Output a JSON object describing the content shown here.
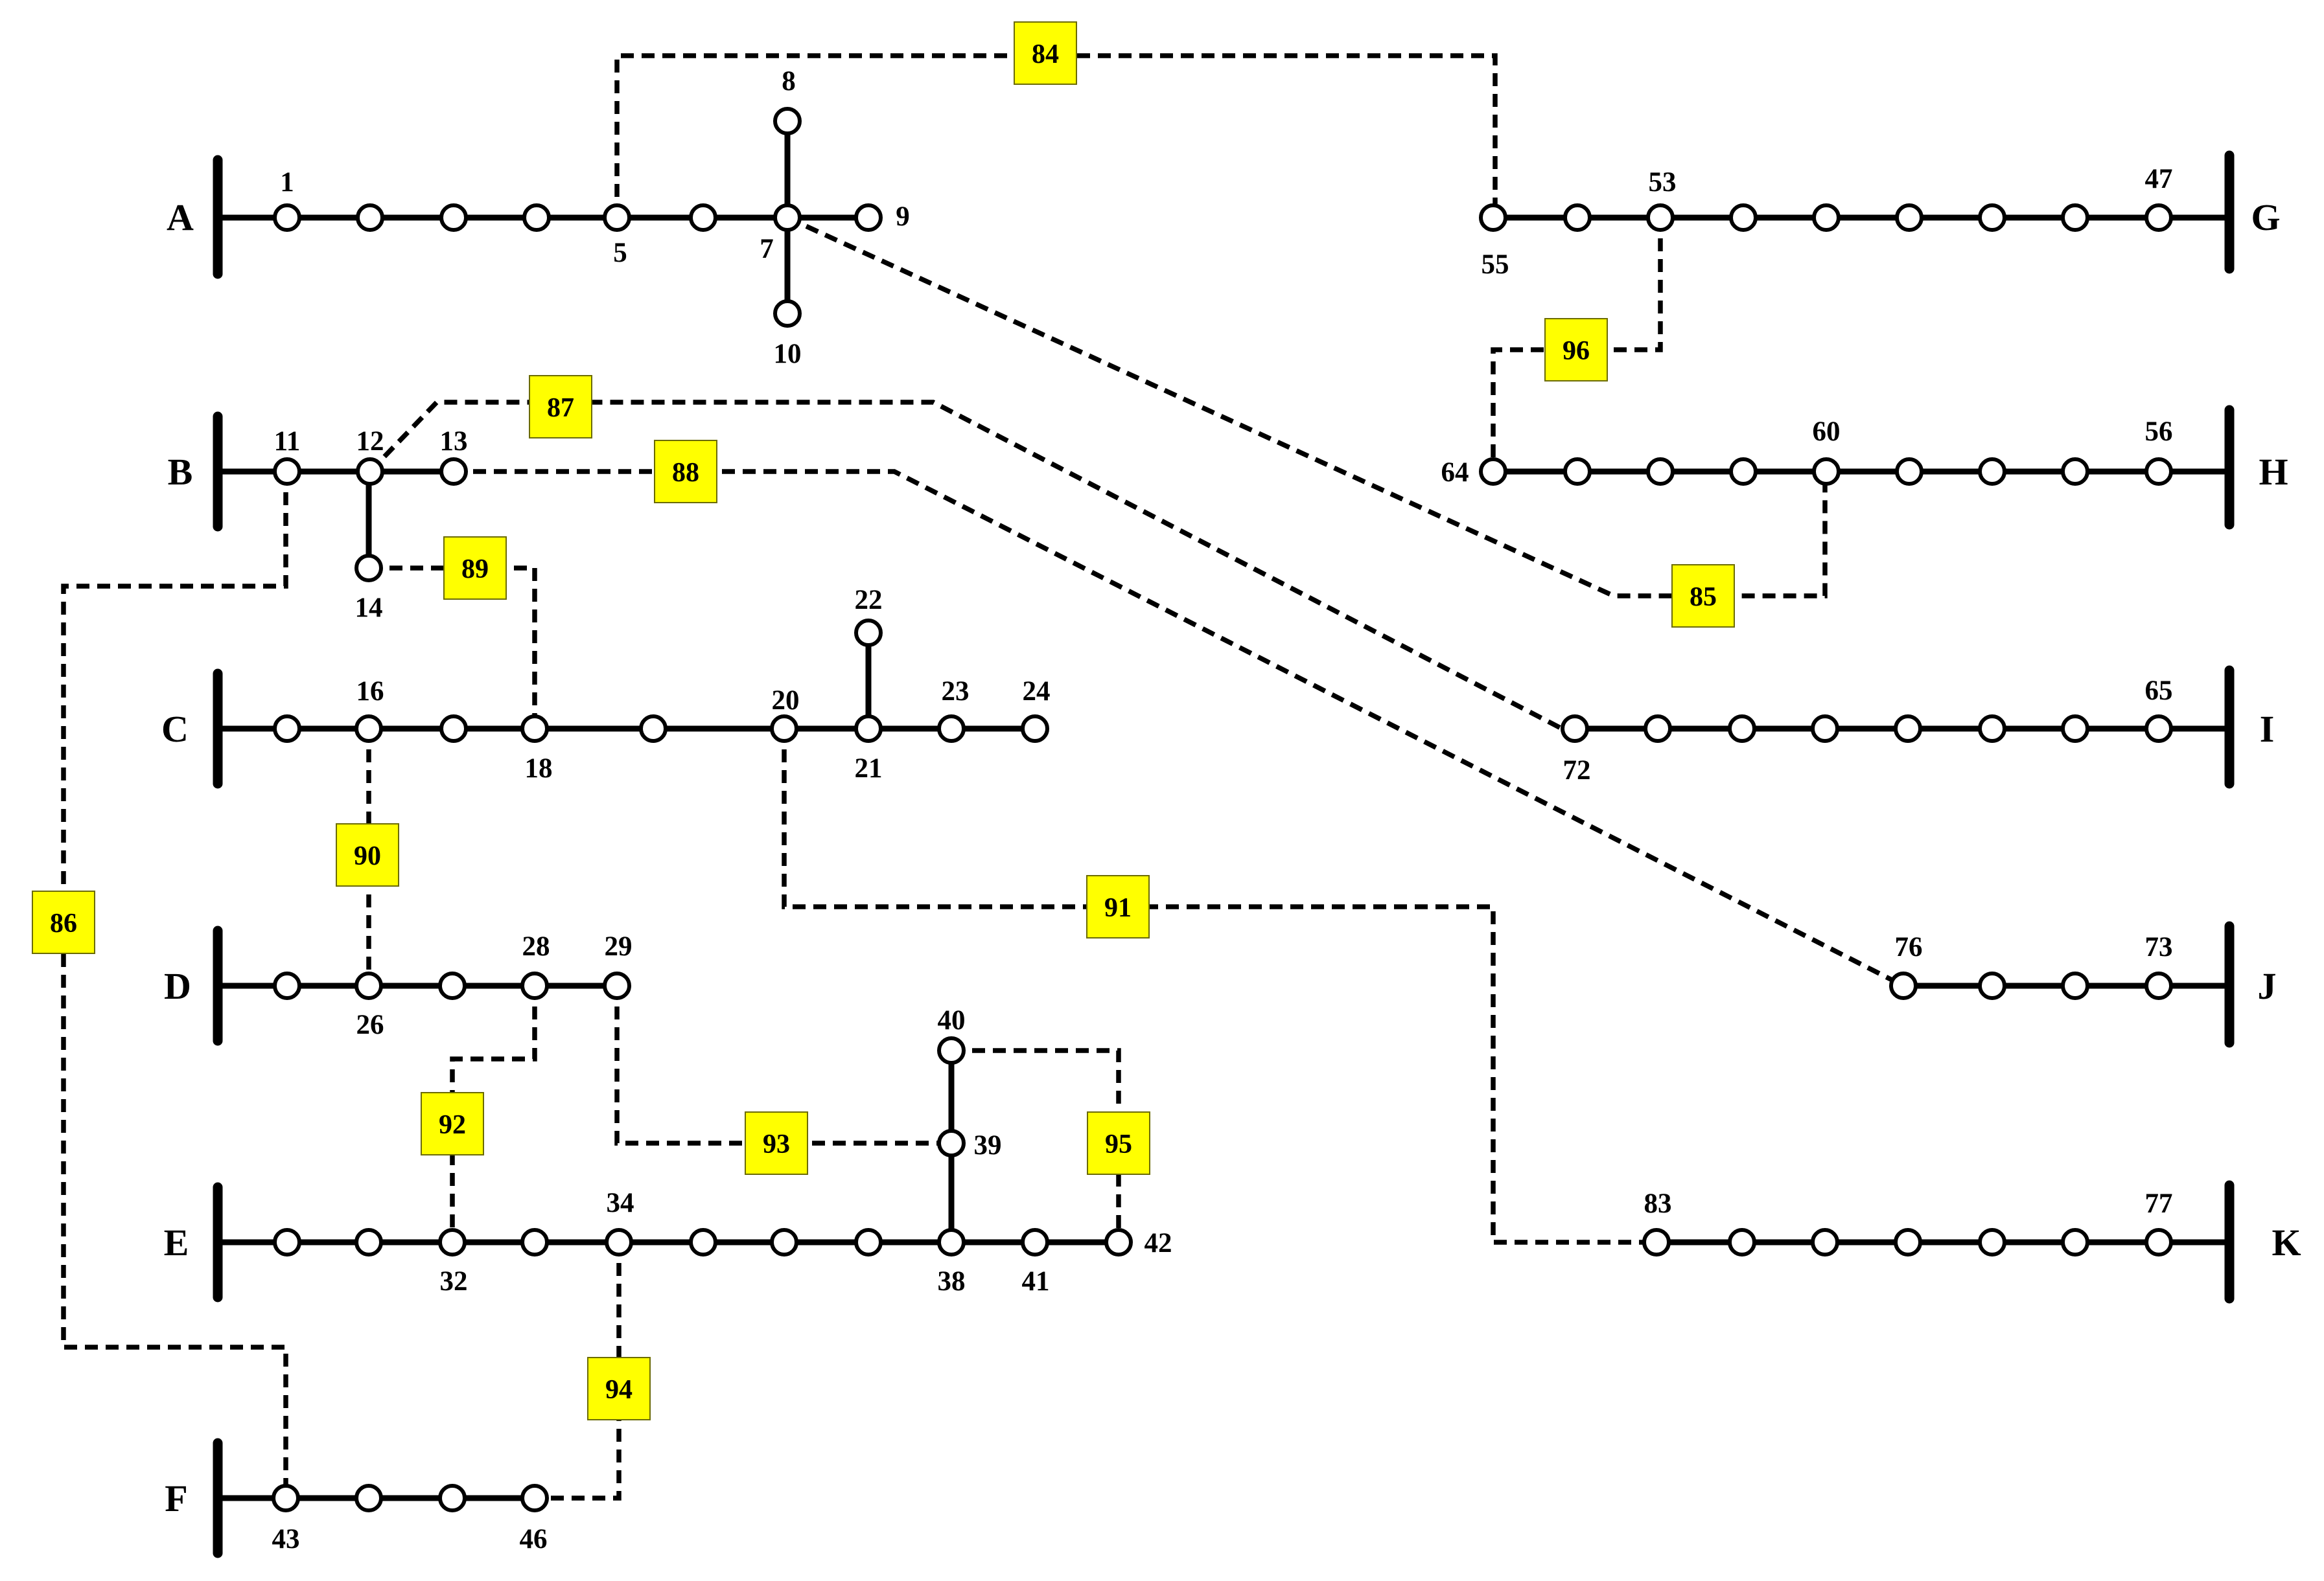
{
  "bus_labels": [
    "A",
    "B",
    "C",
    "D",
    "E",
    "F",
    "G",
    "H",
    "I",
    "J",
    "K"
  ],
  "node_labels": [
    "1",
    "5",
    "7",
    "8",
    "9",
    "10",
    "11",
    "12",
    "13",
    "14",
    "16",
    "18",
    "20",
    "21",
    "22",
    "23",
    "24",
    "26",
    "28",
    "29",
    "32",
    "34",
    "38",
    "39",
    "40",
    "41",
    "42",
    "43",
    "46",
    "47",
    "53",
    "55",
    "56",
    "60",
    "64",
    "65",
    "72",
    "73",
    "76",
    "77",
    "83"
  ],
  "tie_switches": [
    "84",
    "85",
    "86",
    "87",
    "88",
    "89",
    "90",
    "91",
    "92",
    "93",
    "94",
    "95",
    "96"
  ],
  "colors": {
    "line": "#000000",
    "switch_fill": "#ffff00",
    "node_fill": "#ffffff"
  }
}
